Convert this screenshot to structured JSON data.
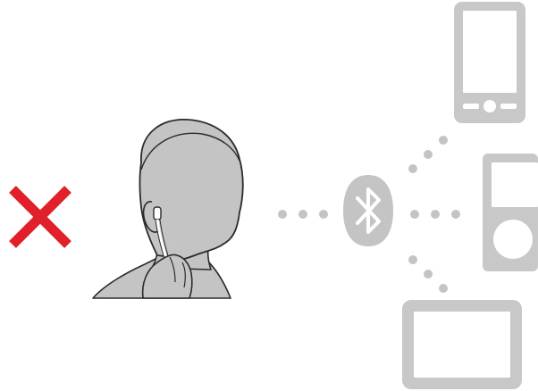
{
  "colors": {
    "background": "#ffffff",
    "cross": "#e0202a",
    "head_fill": "#c4c4c4",
    "head_outline": "#2b2b2b",
    "device_fill": "#c8c8c8",
    "device_inner": "#ffffff",
    "dot": "#c4c4c4",
    "bluetooth_fill": "#c4c4c4",
    "bluetooth_symbol": "#ffffff"
  },
  "icons": {
    "cross": "red-x-icon",
    "person": "person-with-earpiece-icon",
    "bluetooth": "bluetooth-icon",
    "phone": "smartphone-icon",
    "player": "media-player-icon",
    "tablet": "tablet-icon"
  },
  "connections": {
    "to_person": "dotted-line",
    "to_phone": "dotted-line",
    "to_player": "dotted-line",
    "to_tablet": "dotted-line"
  }
}
